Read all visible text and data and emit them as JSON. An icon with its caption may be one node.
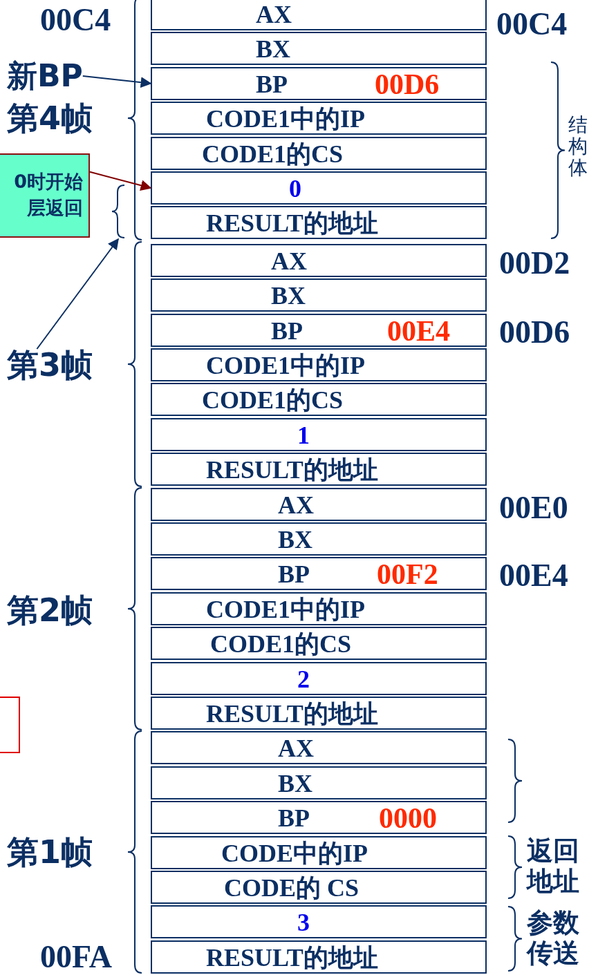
{
  "diagram": {
    "nodes": [
      {
        "text": [
          "新BP"
        ]
      },
      {
        "text": [
          "0时开始层返回"
        ]
      },
      {
        "text": [
          "AX"
        ]
      },
      {
        "text": [
          "BX"
        ]
      },
      {
        "text": [
          "BP",
          "00D6"
        ]
      },
      {
        "text": [
          "CODE1中的IP"
        ]
      },
      {
        "text": [
          "CODE1的CS"
        ]
      },
      {
        "text": [
          "0"
        ]
      },
      {
        "text": [
          "RESULT的地址"
        ]
      },
      {
        "text": [
          "AX"
        ]
      },
      {
        "text": [
          "BX"
        ]
      },
      {
        "text": [
          "BP",
          "00E4"
        ]
      },
      {
        "text": [
          "CODE1中的IP"
        ]
      },
      {
        "text": [
          "CODE1的CS"
        ]
      },
      {
        "text": [
          "1"
        ]
      },
      {
        "text": [
          "RESULT的地址"
        ]
      },
      {
        "text": [
          "AX"
        ]
      },
      {
        "text": [
          "BX"
        ]
      },
      {
        "text": [
          "BP",
          "00F2"
        ]
      },
      {
        "text": [
          "CODE1中的IP"
        ]
      },
      {
        "text": [
          "CODE1的CS"
        ]
      },
      {
        "text": [
          "2"
        ]
      },
      {
        "text": [
          "RESULT的地址"
        ]
      },
      {
        "text": [
          "AX"
        ]
      },
      {
        "text": [
          "BX"
        ]
      },
      {
        "text": [
          "BP",
          "0000"
        ]
      },
      {
        "text": [
          "CODE中的IP"
        ]
      },
      {
        "text": [
          "CODE的 CS"
        ]
      },
      {
        "text": [
          "3"
        ]
      },
      {
        "text": [
          "RESULT的地址"
        ]
      },
      {
        "text": [],
        "shape": "brace"
      },
      {
        "text": [
          "第3帧"
        ]
      }
    ],
    "edges": [
      {
        "from": 0,
        "to": 4,
        "arrow": "to"
      },
      {
        "from": 1,
        "to": 7,
        "arrow": "to",
        "color": "#800000"
      },
      {
        "from": 31,
        "to": 30,
        "arrow": "to"
      }
    ],
    "labels": [
      "00C4",
      "00C4",
      "第4帧",
      "结构体",
      "00D2",
      "00D6",
      "00E0",
      "00E4",
      "第2帧",
      "第1帧",
      "返回地址",
      "参数传送",
      "00FA"
    ]
  }
}
